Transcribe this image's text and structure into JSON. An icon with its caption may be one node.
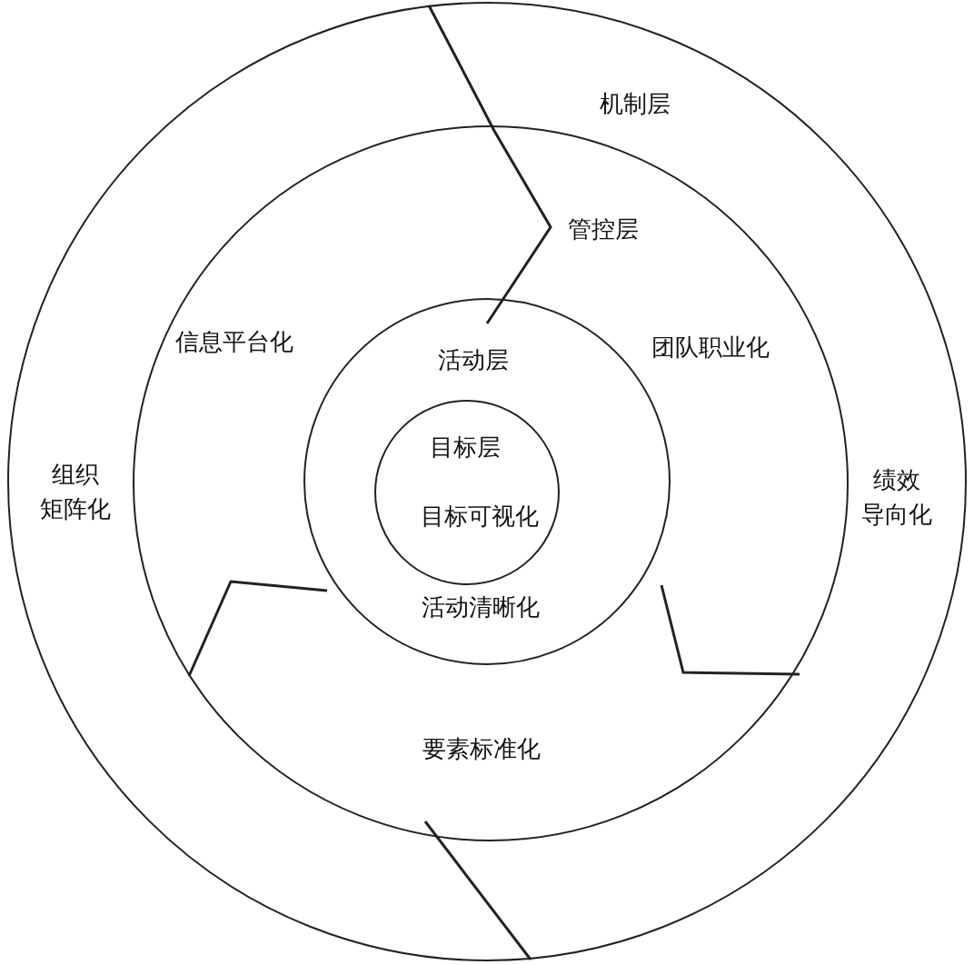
{
  "diagram": {
    "nodes": [
      {
        "text": [
          "机制层",
          "组织矩阵化",
          "绩效导向化"
        ]
      },
      {
        "text": [
          "管控层",
          "信息平台化",
          "团队职业化",
          "要素标准化"
        ],
        "in": 0
      },
      {
        "text": [
          "活动层",
          "活动清晰化"
        ],
        "in": 1
      },
      {
        "text": [
          "目标层",
          "目标可视化"
        ],
        "in": 2
      }
    ]
  }
}
